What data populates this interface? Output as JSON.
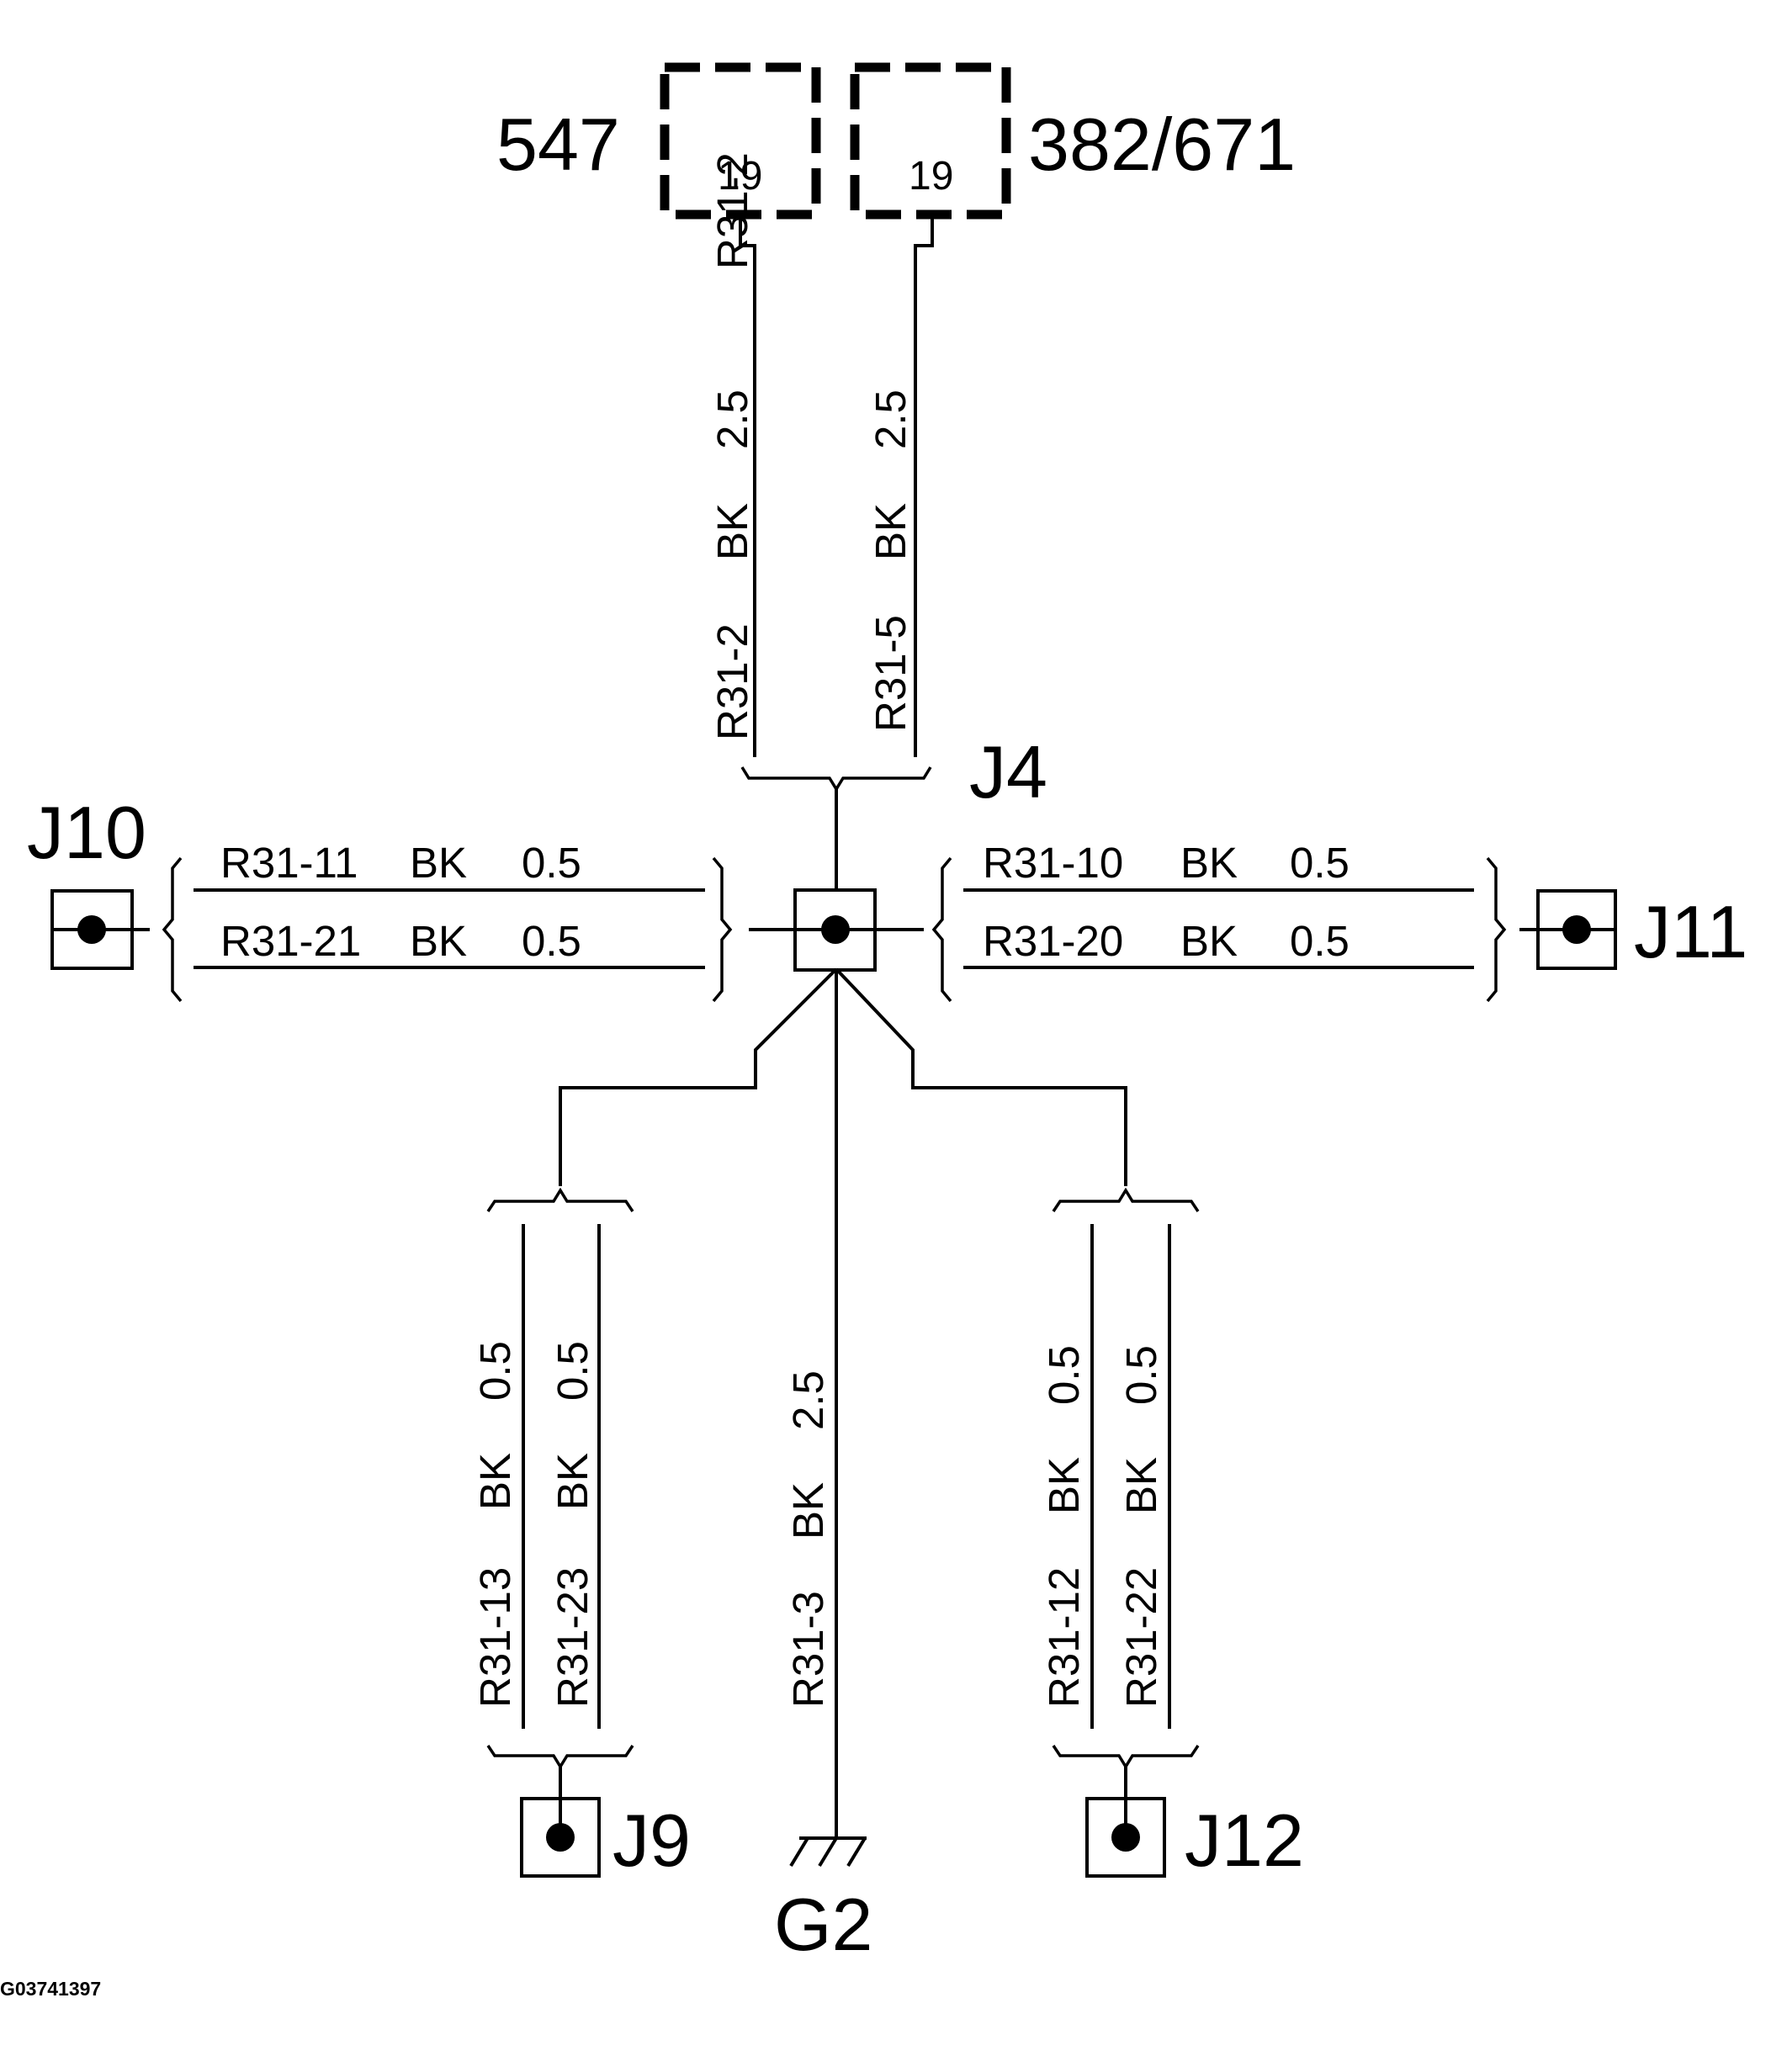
{
  "components": {
    "left_module": "547",
    "right_module": "382/671",
    "left_pin": "19",
    "right_pin": "19"
  },
  "splices": {
    "center": "J4",
    "left": "J10",
    "right": "J11",
    "bottom_left": "J9",
    "bottom_right": "J12"
  },
  "ground": "G2",
  "wires": {
    "top_left": {
      "circuit": "R31-2",
      "color": "BK",
      "size": "2.5"
    },
    "top_right": {
      "circuit": "R31-5",
      "color": "BK",
      "size": "2.5"
    },
    "left_upper": {
      "circuit": "R31-11",
      "color": "BK",
      "size": "0.5"
    },
    "left_lower": {
      "circuit": "R31-21",
      "color": "BK",
      "size": "0.5"
    },
    "right_upper": {
      "circuit": "R31-10",
      "color": "BK",
      "size": "0.5"
    },
    "right_lower": {
      "circuit": "R31-20",
      "color": "BK",
      "size": "0.5"
    },
    "bl_1": {
      "circuit": "R31-13",
      "color": "BK",
      "size": "0.5"
    },
    "bl_2": {
      "circuit": "R31-23",
      "color": "BK",
      "size": "0.5"
    },
    "ground": {
      "circuit": "R31-3",
      "color": "BK",
      "size": "2.5"
    },
    "br_1": {
      "circuit": "R31-12",
      "color": "BK",
      "size": "0.5"
    },
    "br_2": {
      "circuit": "R31-22",
      "color": "BK",
      "size": "0.5"
    }
  },
  "figure_id": "G03741397"
}
